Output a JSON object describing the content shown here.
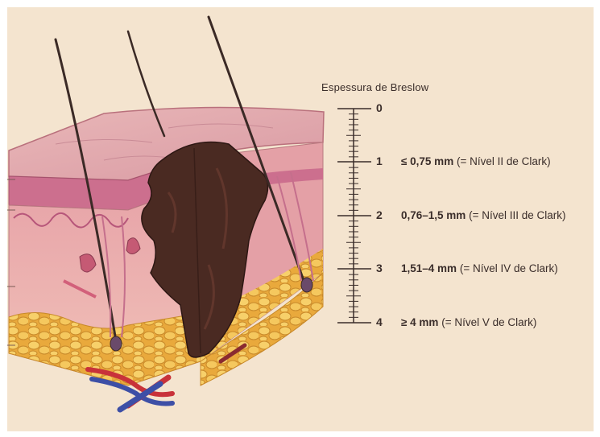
{
  "scale": {
    "title": "Espessura de Breslow",
    "ticks": [
      "0",
      "1",
      "2",
      "3",
      "4"
    ]
  },
  "levels": [
    {
      "depth": "≤ 0,75 mm",
      "clark": "(= Nível II de Clark)"
    },
    {
      "depth": "0,76–1,5 mm",
      "clark": "(= Nível III de Clark)"
    },
    {
      "depth": "1,51–4 mm",
      "clark": "(= Nível IV de Clark)"
    },
    {
      "depth": "≥ 4 mm",
      "clark": "(= Nível V de Clark)"
    }
  ],
  "colors": {
    "background": "#f4e4cf",
    "epidermis": "#d98a9a",
    "dermis": "#ebb2b0",
    "fat": "#f2c45a",
    "melanoma": "#4a2a22",
    "hair": "#3b2a26",
    "text": "#3a2d2a"
  }
}
